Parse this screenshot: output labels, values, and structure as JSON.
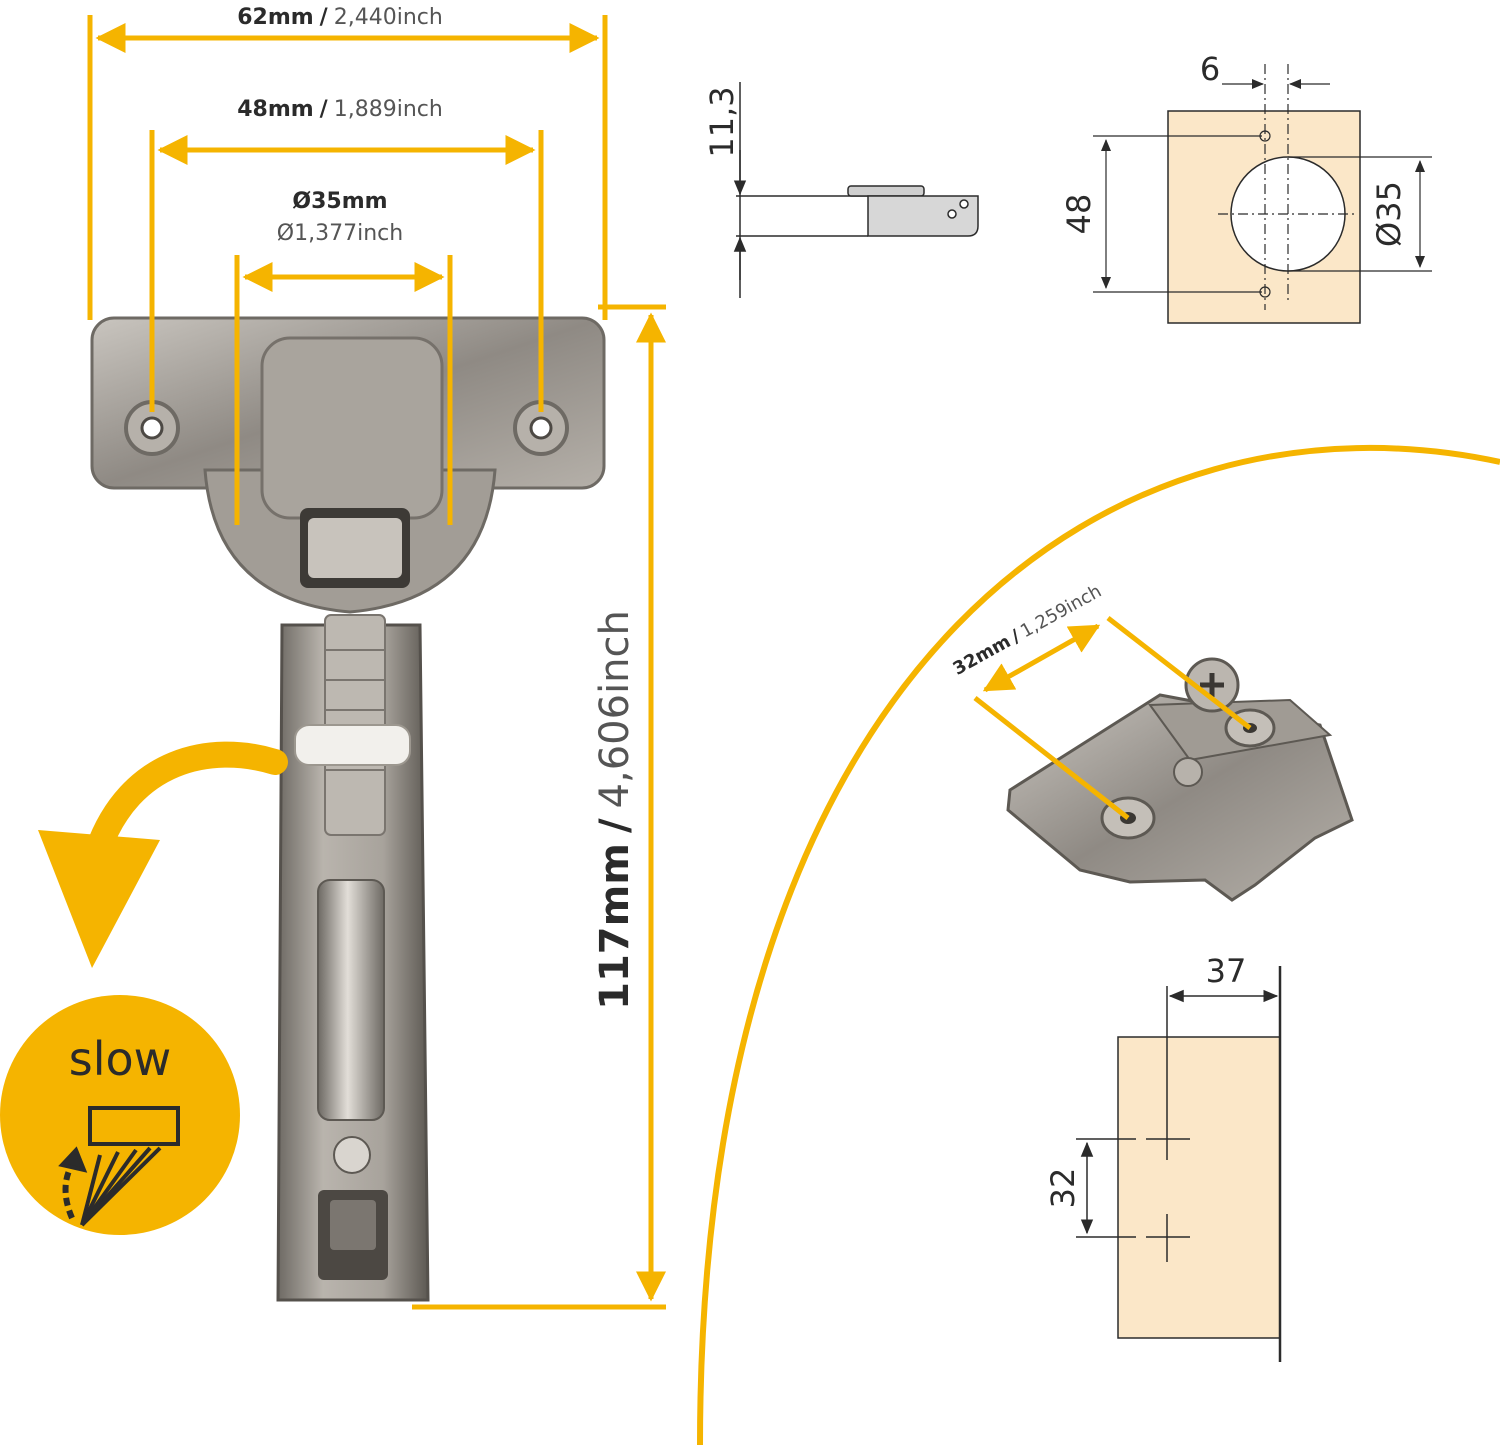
{
  "colors": {
    "accent": "#f5b400",
    "metal": "#9a9690",
    "metal_dark": "#5e5a55",
    "wood": "#fbe7c8",
    "line": "#2b2b2b"
  },
  "hinge_dims": {
    "width_mm": "62mm",
    "width_sep": "/",
    "width_inch": "2,440inch",
    "holes_mm": "48mm",
    "holes_sep": "/",
    "holes_inch": "1,889inch",
    "cup_mm": "Ø35mm",
    "cup_inch": "Ø1,377inch",
    "length_mm": "117mm",
    "length_sep": "/",
    "length_inch": "4,606inch"
  },
  "side_view": {
    "height": "11,3"
  },
  "cup_drawing": {
    "offset": "6",
    "spacing": "48",
    "diameter": "Ø35"
  },
  "plate": {
    "spacing_mm": "32mm",
    "sep": "/",
    "spacing_inch": "1,259inch"
  },
  "plate_drawing": {
    "depth": "37",
    "spacing": "32"
  },
  "badge": {
    "label": "slow",
    "icon": "soft-close-door-icon"
  }
}
